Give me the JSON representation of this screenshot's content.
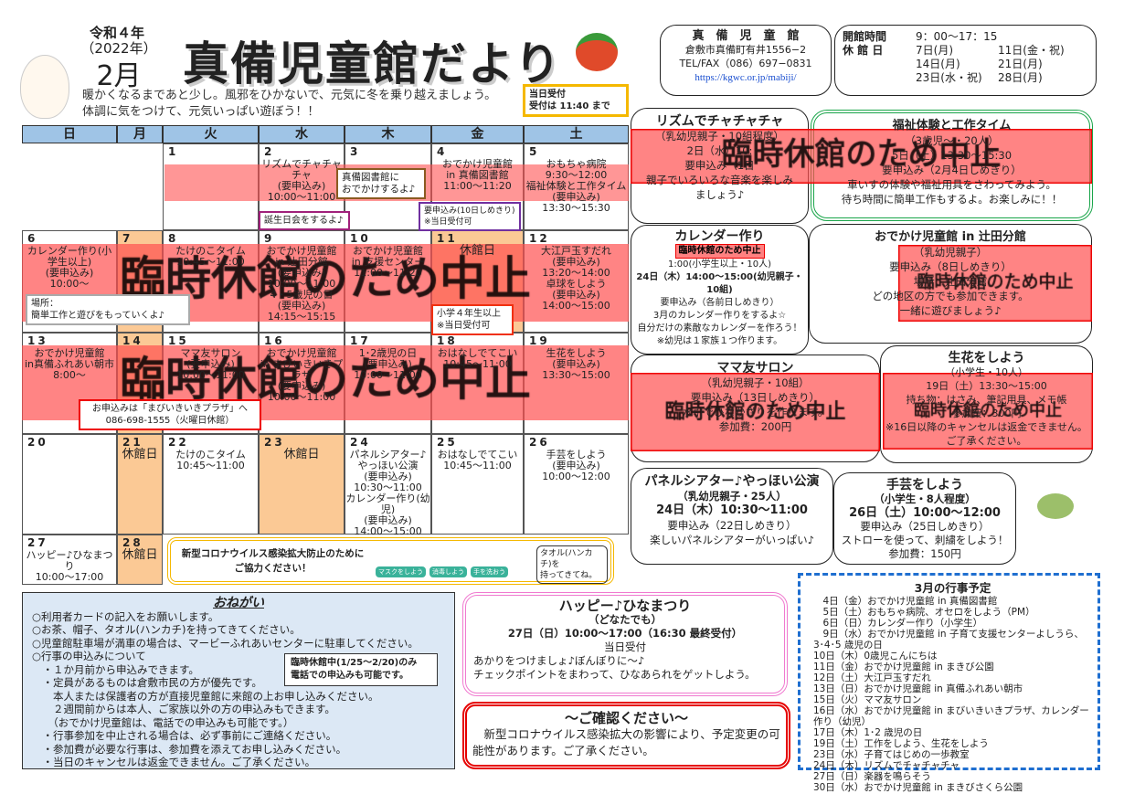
{
  "header": {
    "era": "令和４年",
    "year": "（2022年）",
    "month": "2月",
    "title": "真備児童館だより",
    "intro": [
      "暖かくなるまであと少し。風邪をひかないで、元気に冬を乗り越えましょう。",
      "体調に気をつけて、元気いっぱい遊ぼう！！"
    ]
  },
  "info": {
    "name": "真　備　児　童　館",
    "address": "倉敷市真備町有井1556−2",
    "tel": "TEL/FAX（086）697−0831",
    "url": "https://kgwc.or.jp/mabiji/"
  },
  "hours": {
    "open_label": "開館時間",
    "open_value": "9：00〜17：15",
    "closed_label": "休 館 日",
    "closed_days": [
      "7日(月)",
      "11日(金・祝)",
      "14日(月)",
      "21日(月)",
      "23日(水・祝)",
      "28日(月)"
    ]
  },
  "cancel_text": "臨時休館のため中止",
  "calendar": {
    "weekdays": [
      "日",
      "月",
      "火",
      "水",
      "木",
      "金",
      "土"
    ],
    "days": [
      {
        "day": "1",
        "lines": []
      },
      {
        "day": "2",
        "lines": [
          "リズムでチャチャチャ",
          "(要申込み)",
          "10:00〜11:00"
        ]
      },
      {
        "day": "3",
        "lines": []
      },
      {
        "day": "4",
        "lines": [
          "おでかけ児童館",
          "in 真備図書館",
          "11:00〜11:20"
        ]
      },
      {
        "day": "5",
        "lines": [
          "おもちゃ病院",
          "9:30〜12:00",
          "福祉体験と工作タイム",
          "(要申込み)",
          "13:30〜15:30"
        ]
      },
      {
        "day": "6",
        "lines": [
          "カレンダー作り(小学生以上)",
          "(要申込み)",
          "10:00〜"
        ]
      },
      {
        "day": "7",
        "off": true,
        "lines": []
      },
      {
        "day": "8",
        "lines": [
          "たけのこタイム",
          "10:45〜11:00"
        ]
      },
      {
        "day": "9",
        "lines": [
          "おでかけ児童館",
          "in 辻田分館",
          "(要申込み)",
          "10:00〜11:00",
          "4・5歳児の日",
          "(要申込み)",
          "14:15〜15:15"
        ]
      },
      {
        "day": "10",
        "lines": [
          "おでかけ児童館",
          "in 支援センター",
          "11:00〜11:20"
        ]
      },
      {
        "day": "11",
        "off": true,
        "lines": [
          "休館日"
        ]
      },
      {
        "day": "12",
        "lines": [
          "大江戸玉すだれ",
          "(要申込み)",
          "13:20〜14:00",
          "卓球をしよう",
          "(要申込み)",
          "14:00〜15:00"
        ]
      },
      {
        "day": "13",
        "lines": [
          "おでかけ児童館",
          "in真備ふれあい朝市",
          "8:00〜"
        ]
      },
      {
        "day": "14",
        "off": true,
        "lines": []
      },
      {
        "day": "15",
        "lines": [
          "ママ友サロン",
          "(要申込み)",
          "10:00〜11:00"
        ]
      },
      {
        "day": "16",
        "lines": [
          "おでかけ児童館",
          "in まびいきいきプラザ",
          "(要申込み)",
          "10:00〜11:00"
        ]
      },
      {
        "day": "17",
        "lines": [
          "1･2歳児の日",
          "(要申込み)",
          "10:00〜11:00"
        ]
      },
      {
        "day": "18",
        "lines": [
          "おはなしでてこい",
          "10:45〜11:00"
        ]
      },
      {
        "day": "19",
        "lines": [
          "生花をしよう",
          "(要申込み)",
          "13:30〜15:00"
        ]
      },
      {
        "day": "20",
        "lines": []
      },
      {
        "day": "21",
        "off": true,
        "lines": [
          "休館日"
        ]
      },
      {
        "day": "22",
        "lines": [
          "たけのこタイム",
          "10:45〜11:00"
        ]
      },
      {
        "day": "23",
        "off": true,
        "lines": [
          "休館日"
        ]
      },
      {
        "day": "24",
        "lines": [
          "パネルシアター♪",
          "やっほい公演",
          "(要申込み)",
          "10:30〜11:00",
          "カレンダー作り(幼児)",
          "(要申込み)",
          "14:00〜15:00"
        ]
      },
      {
        "day": "25",
        "lines": [
          "おはなしでてこい",
          "10:45〜11:00"
        ]
      },
      {
        "day": "26",
        "lines": [
          "手芸をしよう",
          "(要申込み)",
          "10:00〜12:00"
        ]
      },
      {
        "day": "27",
        "lines": [
          "ハッピー♪ひなまつり",
          "10:00〜17:00"
        ]
      },
      {
        "day": "28",
        "off": true,
        "lines": [
          "休館日"
        ]
      }
    ],
    "callouts": {
      "reception": [
        "当日受付",
        "受付は 11:40 まで"
      ],
      "library": [
        "真備図書館に",
        "おでかけするよ♪"
      ],
      "birthday": "誕生日会をするよ♪",
      "deadline": [
        "要申込み(10日しめきり)",
        "※当日受付可"
      ],
      "place": [
        "場所：",
        "簡単工作と遊びをもっていくよ♪"
      ],
      "grade4": [
        "小学４年生以上",
        "※当日受付可"
      ],
      "plaza": [
        "お申込みは「まびいきいきプラザ」へ",
        "086-698-1555（火曜日休館）"
      ]
    }
  },
  "corona": {
    "text": [
      "新型コロナウイルス感染拡大防止のために",
      "ご協力ください！"
    ],
    "badges": [
      "マスクをしよう",
      "消毒しよう",
      "手を洗おう"
    ],
    "bubble": [
      "タオル(ハンカチ)を",
      "持ってきてね。"
    ]
  },
  "events": {
    "rhythm": {
      "title": "リズムでチャチャチャ",
      "lines": [
        "（乳幼児親子・10組程度）",
        "2日（水）10:",
        "要申込み（1日",
        "親子でいろいろな音楽を楽しみ",
        "ましょう♪"
      ]
    },
    "welfare": {
      "title": "福祉体験と工作タイム",
      "lines": [
        "（3歳児〜・20人）",
        "5日（土）13:30〜15:30",
        "要申込み（2月4日しめきり）",
        "車いすの体験や福祉用具をさわってみよう。",
        "待ち時間に簡単工作もするよ。お楽しみに！！"
      ]
    },
    "calendar_make": {
      "title": "カレンダー作り",
      "line1": "1:00(小学生以上・10人)",
      "line2": "24日（木）14:00〜15:00(幼児親子・10組)",
      "lines": [
        "要申込み（各前日しめきり）",
        "3月のカレンダー作りをするよ☆",
        "自分だけの素敵なカレンダーを作ろう！",
        "※幼児は１家族１つ作ります。"
      ]
    },
    "tsujita": {
      "title": "おでかけ児童館 in 辻田分館",
      "lines": [
        "（乳幼児親子）",
        "要申込み（8日しめきり）",
        "場所：辻田分館",
        "どの地区の方でも参加できます。",
        "一緒に遊びましょう♪"
      ]
    },
    "mama": {
      "title": "ママ友サロン",
      "lines": [
        "（乳幼児親子・10組）",
        "要申込み（13日しめきり）",
        "水引でひなかざりを作ります。",
        "参加費：200円"
      ]
    },
    "ikebana": {
      "title": "生花をしよう",
      "lines": [
        "（小学生・10人）",
        "19日（土）13:30〜15:00",
        "持ち物：はさみ、筆記用具、メモ帳",
        "参加費：300円",
        "※16日以降のキャンセルは返金できません。",
        "ご了承ください。"
      ]
    },
    "panel": {
      "title": "パネルシアター♪やっほい公演",
      "sub": "（乳幼児親子・25人）",
      "time": "24日（木）10:30〜11:00",
      "lines": [
        "要申込み（22日しめきり）",
        "楽しいパネルシアターがいっぱい♪"
      ]
    },
    "craft": {
      "title": "手芸をしよう",
      "sub": "（小学生・8人程度）",
      "time": "26日（土）10:00〜12:00",
      "lines": [
        "要申込み（25日しめきり）",
        "ストローを使って、刺繍をしよう！",
        "参加費：150円"
      ]
    }
  },
  "onegai": {
    "title": "おねがい",
    "lines": [
      "○利用者カードの記入をお願いします。",
      "○お茶、帽子、タオル(ハンカチ)を持ってきてください。",
      "○児童館駐車場が満車の場合は、マービーふれあいセンターに駐車してください。",
      "○行事の申込みについて",
      "　・１か月前から申込みできます。",
      "　・定員があるものは倉敷市民の方が優先です。",
      "　　本人または保護者の方が直接児童館に来館の上お申し込みください。",
      "　　２週間前からは本人、ご家族以外の方の申込みもできます。",
      "　　（おでかけ児童館は、電話での申込みも可能です。）",
      "　・行事参加を中止される場合は、必ず事前にご連絡ください。",
      "　・参加費が必要な行事は、参加費を添えてお申し込みください。",
      "　・当日のキャンセルは返金できません。ご了承ください。"
    ],
    "note": [
      "臨時休館中(1/25〜2/20)のみ",
      "電話での申込みも可能です。"
    ]
  },
  "hina": {
    "title": "ハッピー♪ひなまつり",
    "sub": "（どなたでも）",
    "time": "27日（日）10:00〜17:00（16:30 最終受付）",
    "reception": "当日受付",
    "lines": [
      "あかりをつけましょ♪ぼんぼりに〜♪",
      "チェックポイントをまわって、ひなあられをゲットしよう。"
    ]
  },
  "confirm": {
    "title": "〜ご確認ください〜",
    "text": "　新型コロナウイルス感染拡大の影響により、予定変更の可能性があります。ご了承ください。"
  },
  "march": {
    "title": "3月の行事予定",
    "items": [
      "　4日（金）おでかけ児童館 in 真備図書館",
      "　5日（土）おもちゃ病院、オセロをしよう（PM）",
      "　6日（日）カレンダー作り（小学生）",
      "　9日（水）おでかけ児童館 in 子育て支援センターよしうら、3･4･5 歳児の日",
      "10日（木）0歳児こんにちは",
      "11日（金）おでかけ児童館 in まきび公園",
      "12日（土）大江戸玉すだれ",
      "13日（日）おでかけ児童館 in 真備ふれあい朝市",
      "15日（火）ママ友サロン",
      "16日（水）おでかけ児童館 in まびいきいきプラザ、カレンダー作り（幼児）",
      "17日（木）1･2 歳児の日",
      "19日（土）工作をしよう、生花をしよう",
      "23日（水）子育てはじめの一歩教室",
      "24日（木）リズムでチャチャチャ",
      "27日（日）楽器を鳴らそう",
      "30日（水）おでかけ児童館 in まきびさくら公園"
    ]
  },
  "colors": {
    "header_blue": "#9fc4e6",
    "off_day": "#fbc995",
    "cancel_red": "#ff5050",
    "welfare_green": "#1aa54a",
    "hina_pink": "#f07ad0",
    "confirm_red": "#e60000",
    "march_blue": "#1f6fd0",
    "corona_yellow": "#f5b800",
    "onegai_bg": "#dce8f5"
  }
}
